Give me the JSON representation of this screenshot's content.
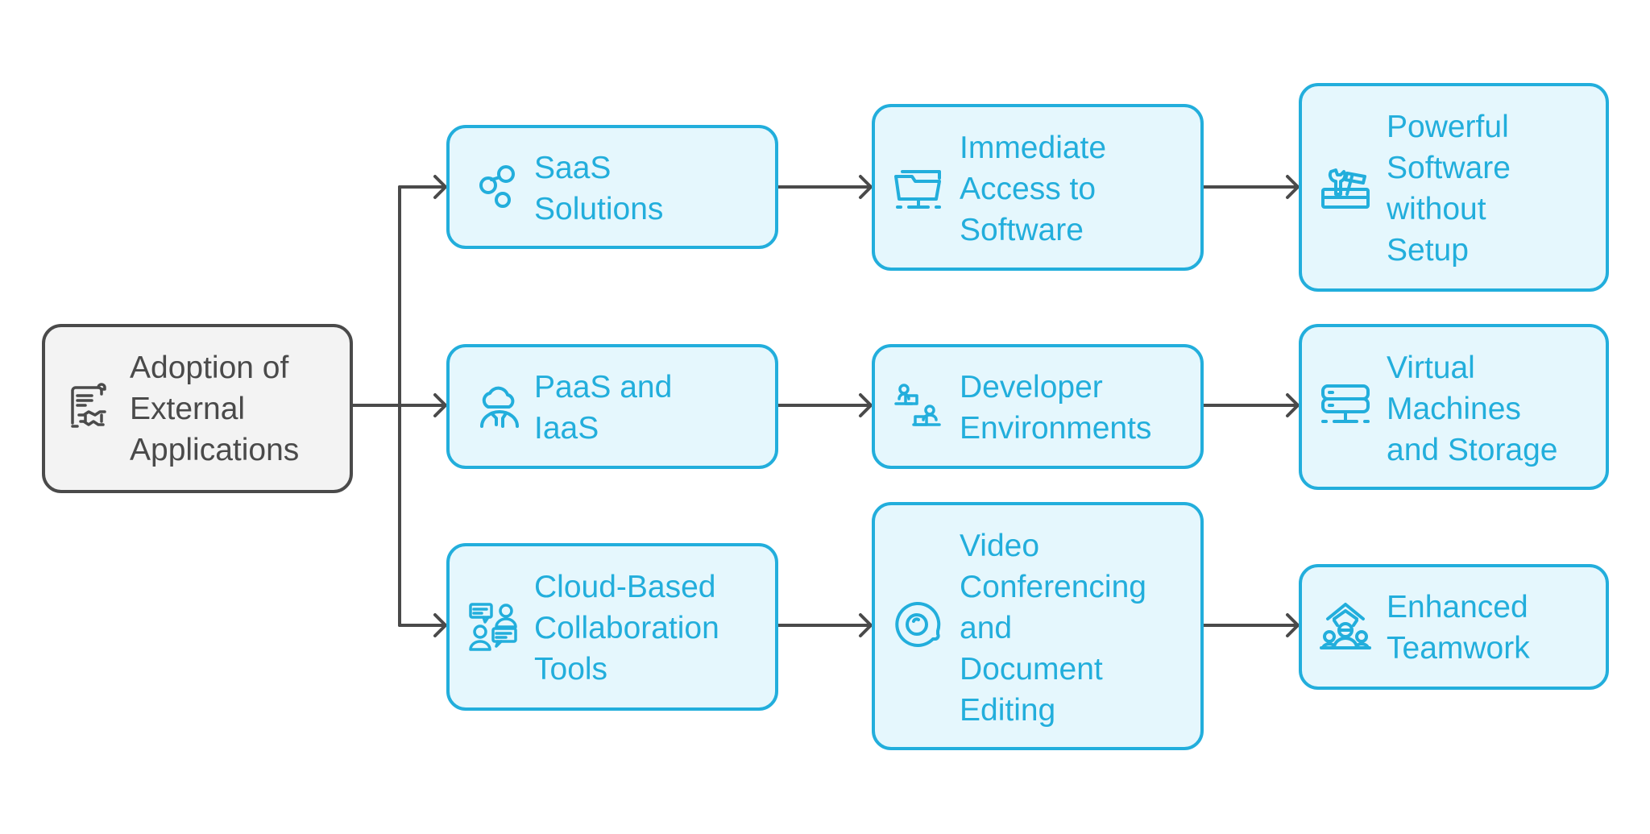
{
  "diagram": {
    "root": {
      "label": "Adoption of\nExternal\nApplications",
      "icon": "contract-handshake-icon"
    },
    "branches": [
      {
        "label": "SaaS\nSolutions",
        "icon": "link-nodes-icon",
        "next": {
          "label": "Immediate\nAccess to\nSoftware",
          "icon": "network-folder-icon"
        },
        "result": {
          "label": "Powerful\nSoftware\nwithout\nSetup",
          "icon": "toolbox-icon"
        }
      },
      {
        "label": "PaaS and\nIaaS",
        "icon": "cloud-network-icon",
        "next": {
          "label": "Developer\nEnvironments",
          "icon": "developers-laptops-icon"
        },
        "result": {
          "label": "Virtual\nMachines\nand Storage",
          "icon": "server-icon"
        }
      },
      {
        "label": "Cloud-Based\nCollaboration\nTools",
        "icon": "chat-people-icon",
        "next": {
          "label": "Video\nConferencing\nand\nDocument\nEditing",
          "icon": "webcam-chat-icon"
        },
        "result": {
          "label": "Enhanced\nTeamwork",
          "icon": "team-growth-icon"
        }
      }
    ]
  },
  "colors": {
    "root_border": "#4a4a4a",
    "root_fill": "#f3f3f3",
    "child_border": "#22aedc",
    "child_fill": "#e5f7fd",
    "connector": "#4a4a4a"
  }
}
